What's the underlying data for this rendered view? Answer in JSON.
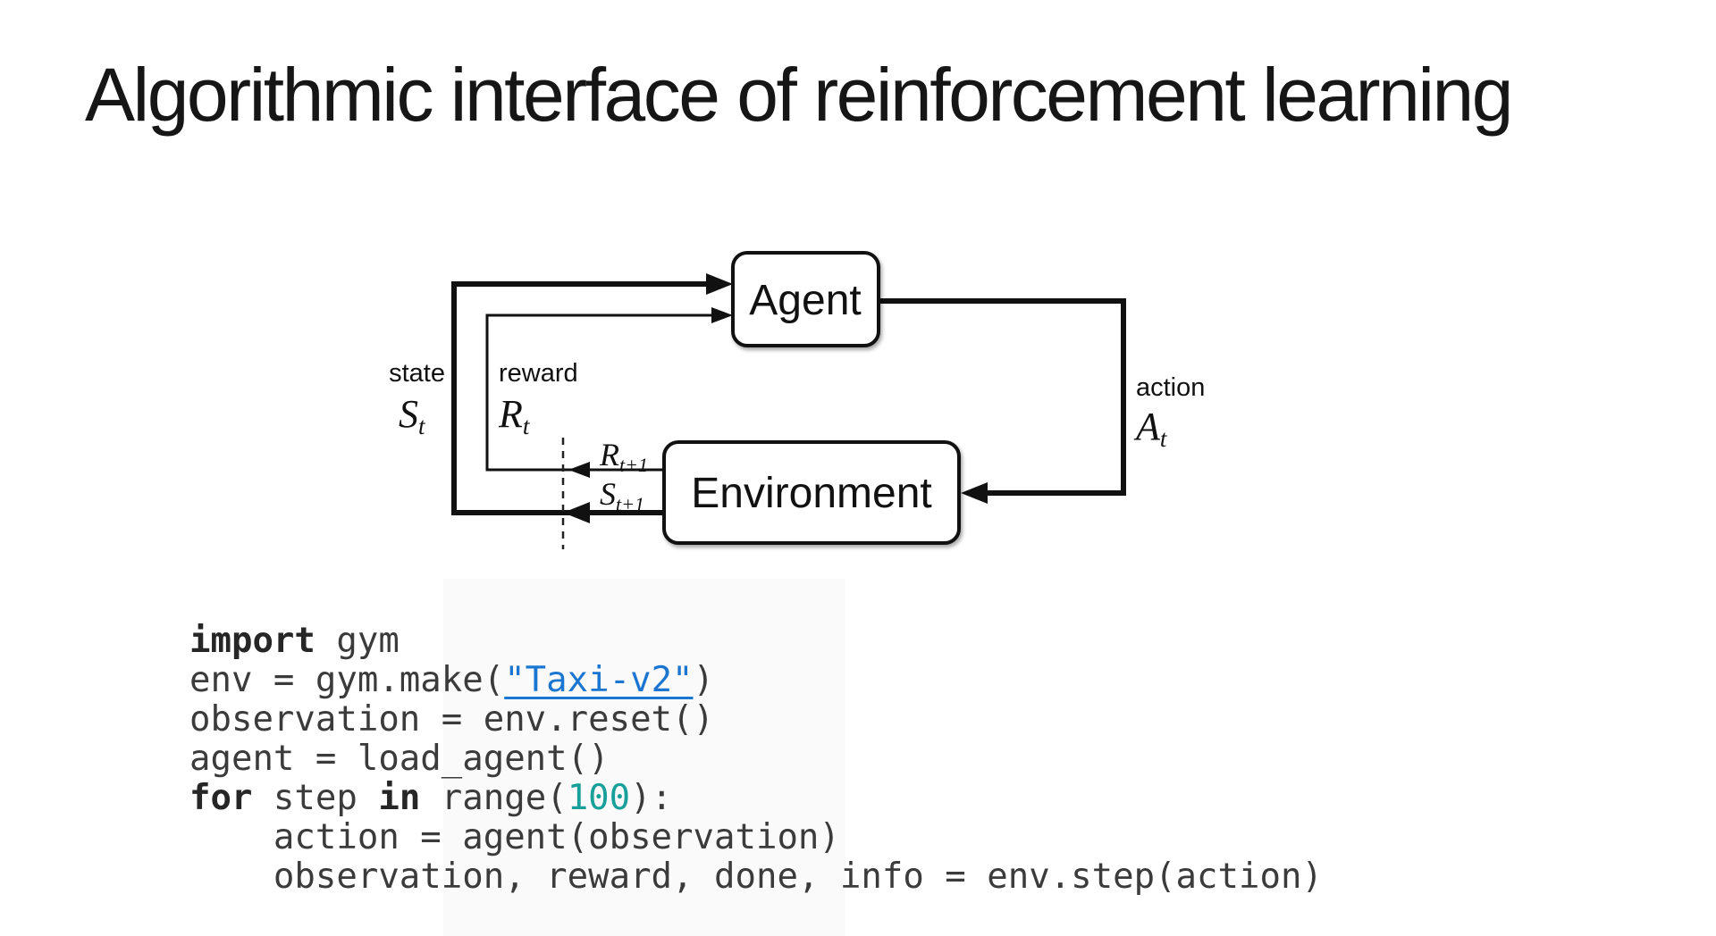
{
  "title": "Algorithmic interface of reinforcement learning",
  "diagram": {
    "agent_label": "Agent",
    "environment_label": "Environment",
    "state": {
      "word": "state",
      "base": "S",
      "sub": "t"
    },
    "reward": {
      "word": "reward",
      "base": "R",
      "sub": "t"
    },
    "action": {
      "word": "action",
      "base": "A",
      "sub": "t"
    },
    "next_reward": {
      "base": "R",
      "sub": "t+1"
    },
    "next_state": {
      "base": "S",
      "sub": "t+1"
    }
  },
  "code": {
    "lines": [
      {
        "tokens": [
          {
            "t": "import",
            "c": "kw"
          },
          {
            "t": " gym",
            "c": "plain"
          }
        ]
      },
      {
        "tokens": [
          {
            "t": "env = gym.make(",
            "c": "plain"
          },
          {
            "t": "\"Taxi-v2\"",
            "c": "link"
          },
          {
            "t": ")",
            "c": "plain"
          }
        ]
      },
      {
        "tokens": [
          {
            "t": "observation = env.reset()",
            "c": "plain"
          }
        ]
      },
      {
        "tokens": [
          {
            "t": "agent = load_agent()",
            "c": "plain"
          }
        ]
      },
      {
        "tokens": [
          {
            "t": "for",
            "c": "kw"
          },
          {
            "t": " step ",
            "c": "plain"
          },
          {
            "t": "in",
            "c": "kw"
          },
          {
            "t": " range(",
            "c": "plain"
          },
          {
            "t": "100",
            "c": "num"
          },
          {
            "t": "):",
            "c": "plain"
          }
        ]
      },
      {
        "tokens": [
          {
            "t": "    action = agent(observation)",
            "c": "plain"
          }
        ]
      },
      {
        "tokens": [
          {
            "t": "    observation, reward, done, info = env.step(action)",
            "c": "plain"
          }
        ]
      }
    ]
  },
  "colors": {
    "link_blue": "#1b76d1",
    "number_teal": "#189f99",
    "code_text": "#3b3b3b",
    "keyword": "#262626",
    "diagram_ink": "#111111",
    "code_panel_bg": "#fafafa"
  }
}
